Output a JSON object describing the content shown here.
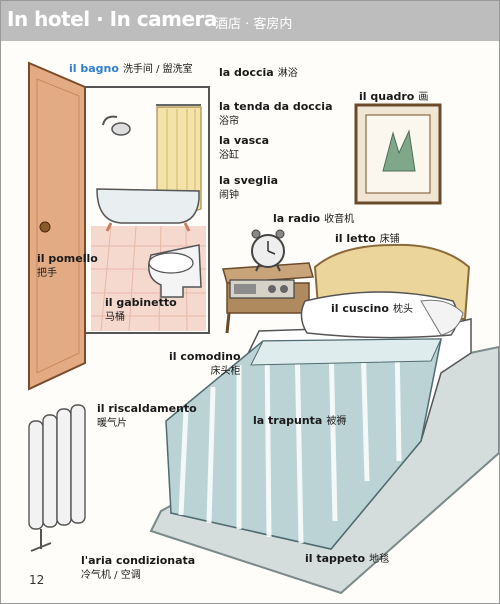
{
  "header": {
    "title": "In hotel · In camera",
    "subtitle": "酒店 · 客房内"
  },
  "labels": {
    "bagno": {
      "it": "il bagno",
      "zh": "洗手间 / 盥洗室"
    },
    "doccia": {
      "it": "la doccia",
      "zh": "淋浴"
    },
    "tenda": {
      "it": "la tenda da doccia",
      "zh": "浴帘"
    },
    "vasca": {
      "it": "la vasca",
      "zh": "浴缸"
    },
    "sveglia": {
      "it": "la sveglia",
      "zh": "闹钟"
    },
    "quadro": {
      "it": "il quadro",
      "zh": "画"
    },
    "radio": {
      "it": "la radio",
      "zh": "收音机"
    },
    "letto": {
      "it": "il letto",
      "zh": "床铺"
    },
    "pomello": {
      "it": "il pomello",
      "zh": "把手"
    },
    "gabinetto": {
      "it": "il gabinetto",
      "zh": "马桶"
    },
    "cuscino": {
      "it": "il cuscino",
      "zh": "枕头"
    },
    "comodino": {
      "it": "il comodino",
      "zh": "床头柜"
    },
    "riscaldamento": {
      "it": "il riscaldamento",
      "zh": "暖气片"
    },
    "trapunta": {
      "it": "la trapunta",
      "zh": "被褥"
    },
    "aria": {
      "it": "l'aria condizionata",
      "zh": "冷气机 / 空调"
    },
    "tappeto": {
      "it": "il tappeto",
      "zh": "地毯"
    }
  },
  "page_number": "12",
  "colors": {
    "header_band": "#bdbdbd",
    "door": "#e3ab84",
    "bathroom_tile": "#f5d9cf",
    "bed_stripes": "#bcd3d5",
    "rug": "#d4dcdc",
    "wood": "#b08a5f",
    "label_accent": "#2f7fd0"
  }
}
